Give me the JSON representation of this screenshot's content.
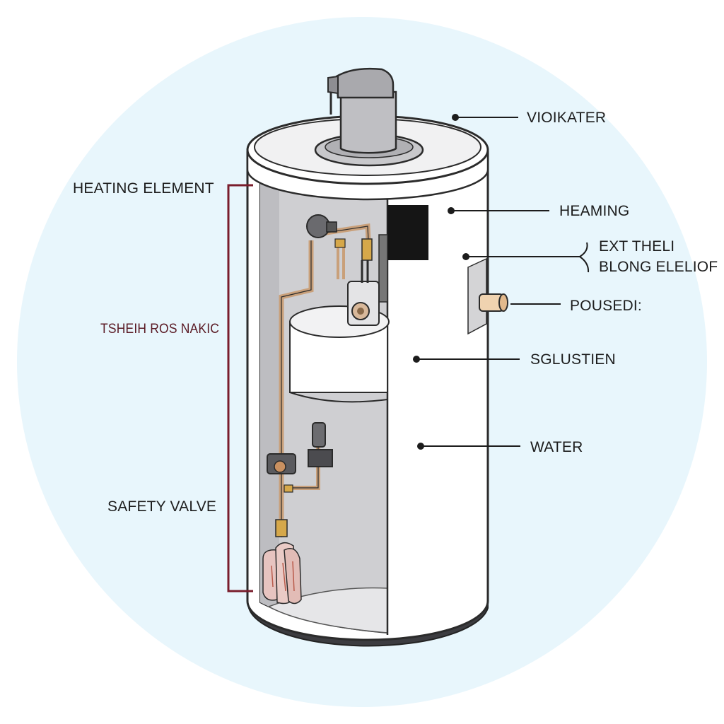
{
  "labels": {
    "left": {
      "heating_element": "HEATING ELEMENT",
      "tank_inner": "TSHEIH ROS NAKIC",
      "safety_valve": "SAFETY VALVE"
    },
    "right": {
      "top": "VIOIKATER",
      "heaming": "HEAMING",
      "ext_line1": "EXT THELI",
      "ext_line2": "BLONG ELELIOF",
      "pousedi": "POUSEDI:",
      "sglustien": "SGLUSTIEN",
      "water": "WATER"
    }
  },
  "colors": {
    "background_circle": "#e8f6fc",
    "tank_body": "#ffffff",
    "tank_interior": "#cfcfd2",
    "outline": "#2b2b2b",
    "bracket": "#7a1d2c",
    "copper_pipe": "#c9a07a",
    "brass": "#d6a84a"
  },
  "icons": [
    "exhaust-flue-icon",
    "gas-valve-icon",
    "safety-valve-icon",
    "pipe-fitting-icon",
    "burner-icon"
  ]
}
